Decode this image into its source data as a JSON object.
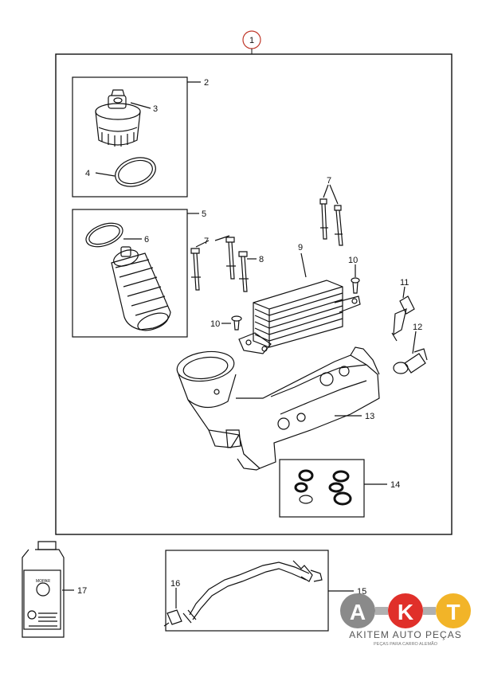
{
  "diagram": {
    "assembly_callout": "1",
    "callouts": {
      "c2": "2",
      "c3": "3",
      "c4": "4",
      "c5": "5",
      "c6": "6",
      "c7a": "7",
      "c7b": "7",
      "c8": "8",
      "c9": "9",
      "c10a": "10",
      "c10b": "10",
      "c11": "11",
      "c12": "12",
      "c13": "13",
      "c14": "14",
      "c15": "15",
      "c16": "16",
      "c17": "17"
    },
    "bottle_label": "MOPAR"
  },
  "logo": {
    "letters": [
      "A",
      "K",
      "T"
    ],
    "name": "AKITEM AUTO PEÇAS",
    "tagline": "PEÇAS PARA CARRO ALEMÃO",
    "colors": {
      "a": "#8a8a8a",
      "k": "#e0302a",
      "t": "#f2b428"
    }
  }
}
